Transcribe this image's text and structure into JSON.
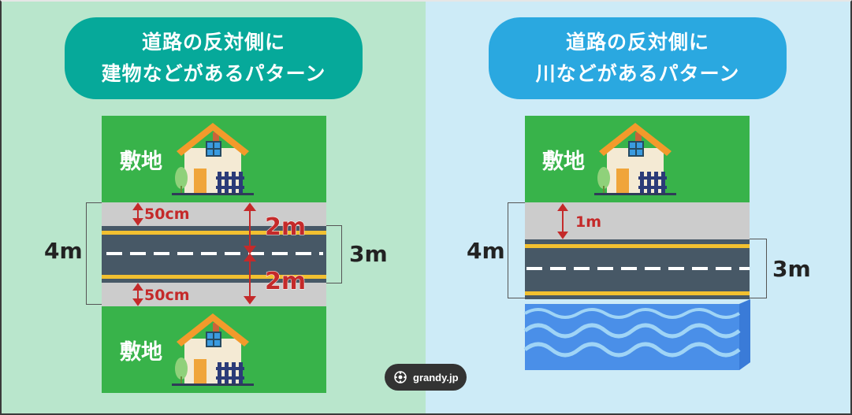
{
  "left": {
    "title_line1": "道路の反対側に",
    "title_line2": "建物などがあるパターン",
    "site_top_label": "敷地",
    "site_bottom_label": "敷地",
    "total_width_label": "4m",
    "road_width_label": "3m",
    "half_upper_label": "2m",
    "half_lower_label": "2m",
    "setback_upper_label": "50cm",
    "setback_lower_label": "50cm"
  },
  "right": {
    "title_line1": "道路の反対側に",
    "title_line2": "川などがあるパターン",
    "site_label": "敷地",
    "total_width_label": "4m",
    "road_width_label": "3m",
    "setback_label": "1m"
  },
  "badge": {
    "text": "grandy.jp",
    "icon": "grandy-logo-icon"
  },
  "colors": {
    "left_bg": "#b9e6cc",
    "right_bg": "#cdebf7",
    "left_title": "#06a99a",
    "right_title": "#2aa8e0",
    "site_green": "#38b34a",
    "road": "#475866",
    "center_line": "#f2c030",
    "dimension_red": "#c42a2a",
    "water": "#4a8fe8"
  }
}
